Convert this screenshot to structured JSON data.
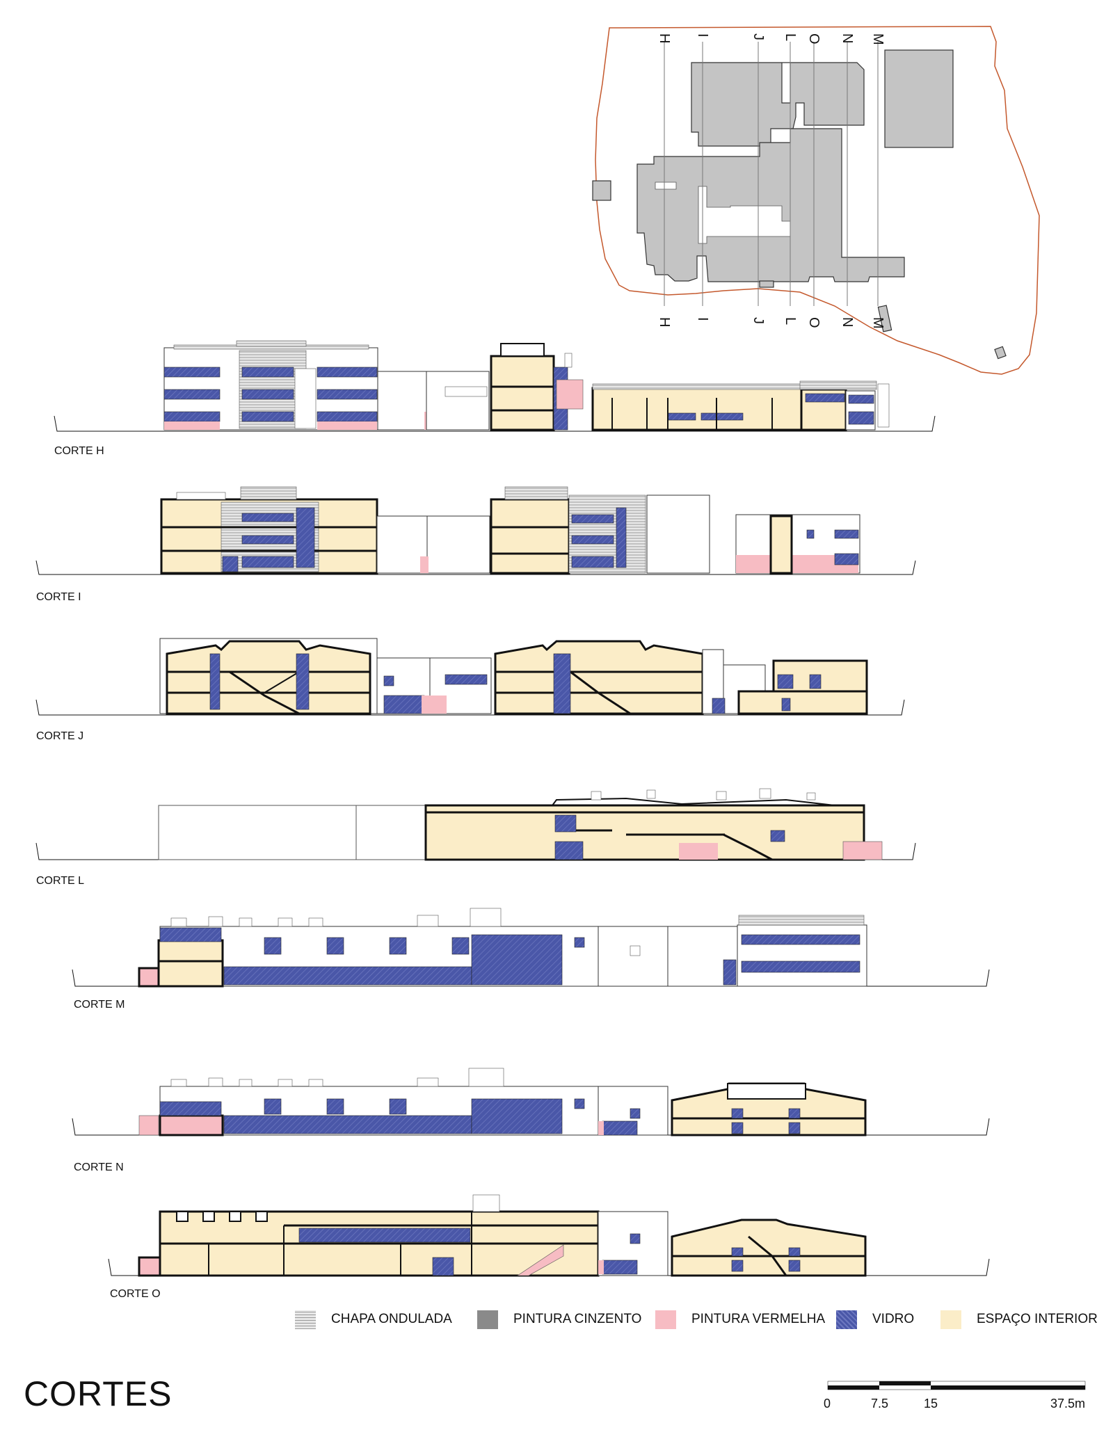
{
  "title": "CORTES",
  "sections": [
    {
      "id": "H",
      "label": "CORTE H"
    },
    {
      "id": "I",
      "label": "CORTE I"
    },
    {
      "id": "J",
      "label": "CORTE J"
    },
    {
      "id": "L",
      "label": "CORTE L"
    },
    {
      "id": "M",
      "label": "CORTE M"
    },
    {
      "id": "N",
      "label": "CORTE N"
    },
    {
      "id": "O",
      "label": "CORTE O"
    }
  ],
  "plan_cut_markers": [
    "H",
    "I",
    "J",
    "L",
    "O",
    "N",
    "M"
  ],
  "legend": [
    {
      "key": "chapa",
      "label": "CHAPA ONDULADA",
      "color": "#cfcfcf"
    },
    {
      "key": "cinzento",
      "label": "PINTURA CINZENTO",
      "color": "#8a8a8a"
    },
    {
      "key": "vermelha",
      "label": "PINTURA VERMELHA",
      "color": "#f7bcc3"
    },
    {
      "key": "vidro",
      "label": "VIDRO",
      "color": "#4a57a8"
    },
    {
      "key": "interior",
      "label": "ESPAÇO INTERIOR",
      "color": "#fbedc8"
    }
  ],
  "scale_bar": {
    "labels": [
      "0",
      "7.5",
      "15",
      "37.5m"
    ]
  },
  "colors": {
    "glass": "#4a57a8",
    "interior": "#fbedc8",
    "red_paint": "#f7bcc3",
    "grey_paint": "#c0c0c0",
    "site_boundary": "#c4582c",
    "cut_wall": "#111111"
  }
}
